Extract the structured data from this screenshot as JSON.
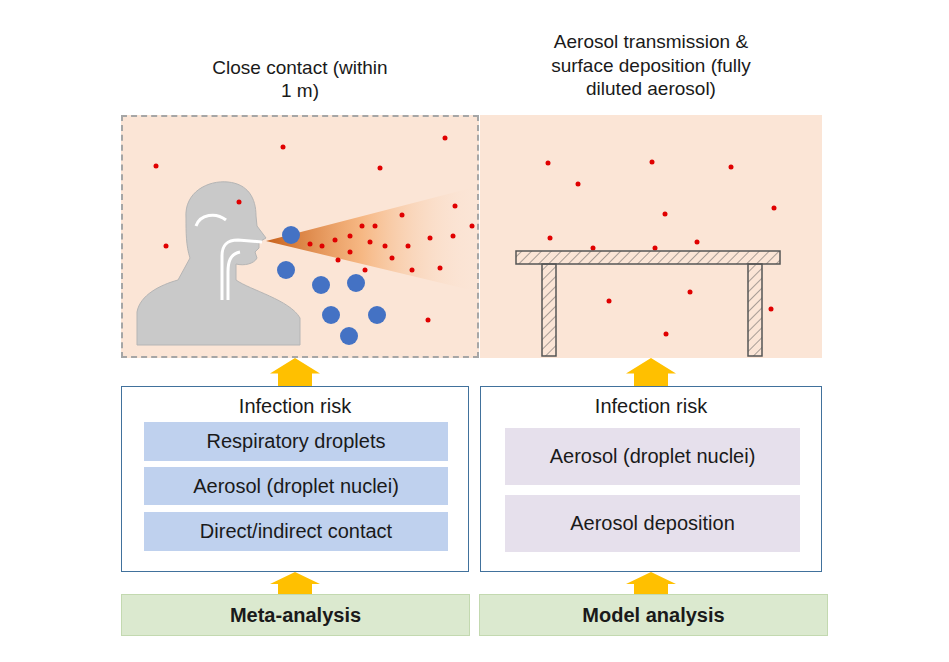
{
  "diagram": {
    "nodes": [
      {
        "text": [
          "Close contact (within 1 m)"
        ]
      },
      {
        "text": [
          "Aerosol transmission & surface deposition (fully diluted aerosol)"
        ]
      },
      {
        "text": [
          "Infection risk"
        ]
      },
      {
        "text": [
          "Respiratory droplets"
        ],
        "in": 2
      },
      {
        "text": [
          "Aerosol (droplet nuclei)"
        ],
        "in": 2
      },
      {
        "text": [
          "Direct/indirect contact"
        ],
        "in": 2
      },
      {
        "text": [
          "Infection risk"
        ]
      },
      {
        "text": [
          "Aerosol (droplet nuclei)"
        ],
        "in": 6
      },
      {
        "text": [
          "Aerosol deposition"
        ],
        "in": 6
      },
      {
        "text": [
          "Meta-analysis"
        ]
      },
      {
        "text": [
          "Model analysis"
        ]
      }
    ],
    "edges": [
      {
        "from": 9,
        "to": 2,
        "arrow": "to"
      },
      {
        "from": 2,
        "to": 0,
        "arrow": "to"
      },
      {
        "from": 10,
        "to": 6,
        "arrow": "to"
      },
      {
        "from": 6,
        "to": 1,
        "arrow": "to"
      }
    ]
  }
}
